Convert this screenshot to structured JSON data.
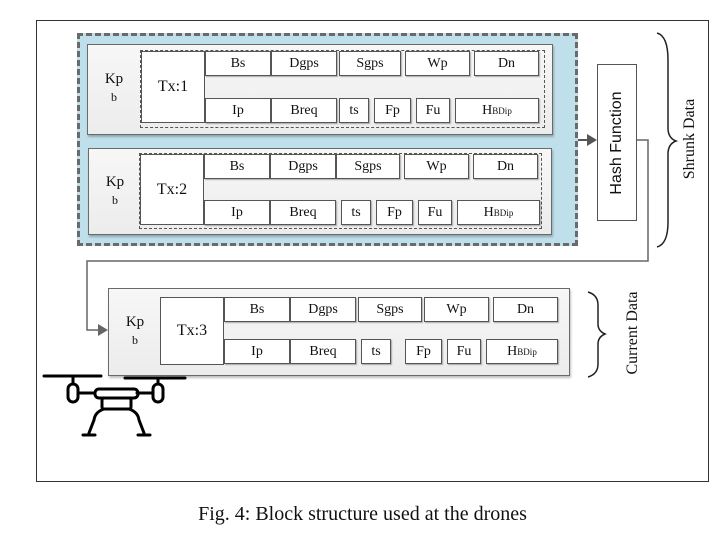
{
  "figure": {
    "caption": "Fig. 4: Block structure used at the drones",
    "hash_function_label": "Hash Function",
    "shrunk_data_label": "Shrunk Data",
    "current_data_label": "Current Data",
    "colors": {
      "shrunk_group_fill": "#bfe0ea",
      "border": "#6a6a6a",
      "block_fill": "#f0f0f0"
    }
  },
  "blocks": [
    {
      "id": "block-1",
      "kpb_main": "Kp",
      "kpb_sub": "b",
      "tx_label": "Tx:1",
      "row1": [
        "Bs",
        "Dgps",
        "Sgps",
        "Wp",
        "Dn"
      ],
      "row2": [
        "Ip",
        "Breq",
        "ts",
        "Fp",
        "Fu"
      ],
      "hash_cell": {
        "main": "H",
        "sub": "BDi",
        "sup": "p"
      }
    },
    {
      "id": "block-2",
      "kpb_main": "Kp",
      "kpb_sub": "b",
      "tx_label": "Tx:2",
      "row1": [
        "Bs",
        "Dgps",
        "Sgps",
        "Wp",
        "Dn"
      ],
      "row2": [
        "Ip",
        "Breq",
        "ts",
        "Fp",
        "Fu"
      ],
      "hash_cell": {
        "main": "H",
        "sub": "BDi",
        "sup": "p"
      }
    },
    {
      "id": "block-3",
      "kpb_main": "Kp",
      "kpb_sub": "b",
      "tx_label": "Tx:3",
      "row1": [
        "Bs",
        "Dgps",
        "Sgps",
        "Wp",
        "Dn"
      ],
      "row2": [
        "Ip",
        "Breq",
        "ts",
        "Fp",
        "Fu"
      ],
      "hash_cell": {
        "main": "H",
        "sub": "BDi",
        "sup": "p"
      }
    }
  ]
}
